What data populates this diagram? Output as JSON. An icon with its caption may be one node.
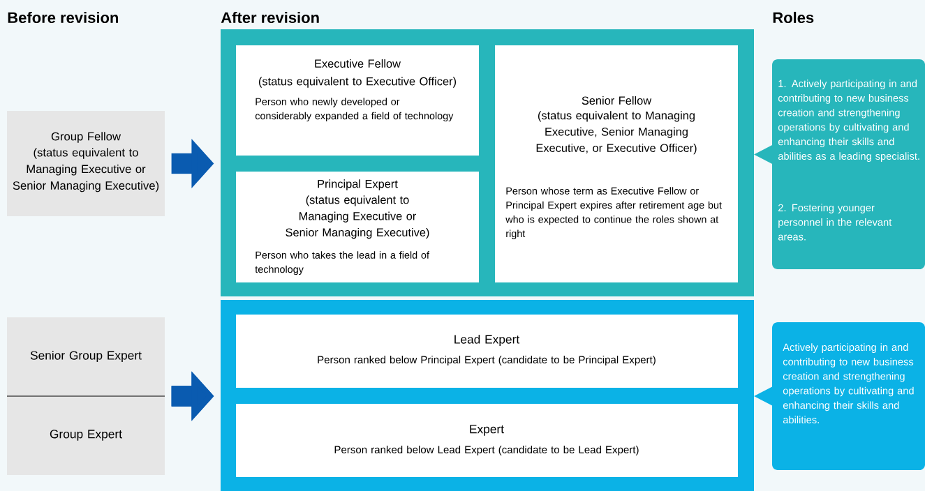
{
  "diagram": {
    "nodes": [
      {
        "text": [
          "Group Fellow",
          "(status equivalent to Managing Executive or Senior Managing Executive)"
        ]
      },
      {
        "text": [
          "Senior Group Expert"
        ]
      },
      {
        "text": [
          "Group Expert"
        ]
      },
      {
        "text": [],
        "shape": "box"
      },
      {
        "text": [
          "Executive Fellow",
          "(status equivalent to Executive Officer)",
          "Person who newly developed or considerably expanded a field of technology"
        ],
        "in": 3
      },
      {
        "text": [
          "Principal Expert",
          "(status equivalent to Managing Executive or Senior Managing Executive)",
          "Person who takes the lead in a field of technology"
        ],
        "in": 3
      },
      {
        "text": [
          "Senior Fellow",
          "(status equivalent to Managing Executive, Senior Managing Executive, or Executive Officer)",
          "Person whose term as Executive Fellow or Principal Expert expires after retirement age but who is expected to continue the roles shown at right"
        ],
        "in": 3
      },
      {
        "text": [],
        "shape": "box"
      },
      {
        "text": [
          "Lead Expert",
          "Person ranked below Principal Expert (candidate to be Principal Expert)"
        ],
        "in": 7
      },
      {
        "text": [
          "Expert",
          "Person ranked below Lead Expert (candidate to be Lead Expert)"
        ],
        "in": 7
      },
      {
        "text": [
          "1. Actively participating in and contributing to new business creation and strengthening operations by cultivating and enhancing their skills and abilities as a leading specialist.",
          "2. Fostering younger personnel in the relevant areas."
        ]
      },
      {
        "text": [
          "Actively participating in and contributing to new business creation and strengthening operations by cultivating and enhancing their skills and abilities."
        ]
      }
    ],
    "edges": [
      {
        "from": 0,
        "to": 3,
        "arrow": "to"
      },
      {
        "from": 1,
        "to": 7,
        "arrow": "to"
      },
      {
        "from": 2,
        "to": 7,
        "arrow": "to"
      }
    ],
    "labels": [
      "Before revision",
      "After revision",
      "Roles"
    ]
  }
}
